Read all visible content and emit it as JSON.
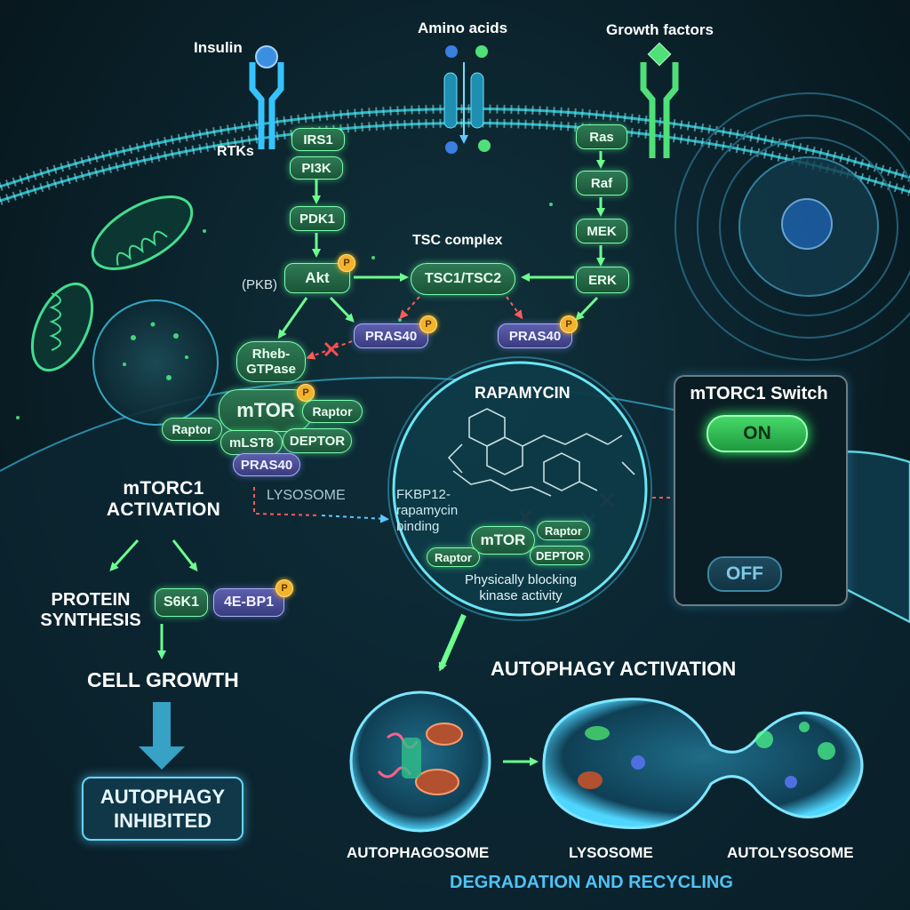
{
  "signals": {
    "insulin": "Insulin",
    "amino_acids": "Amino acids",
    "growth_factors": "Growth factors"
  },
  "receptors": {
    "rtks": "RTKs"
  },
  "insulin_path": {
    "irs1": "IRS1",
    "pi3k": "PI3K",
    "pdk1": "PDK1",
    "akt": "Akt",
    "pkb": "(PKB)"
  },
  "mapk_path": {
    "ras": "Ras",
    "raf": "Raf",
    "mek": "MEK",
    "erk": "ERK"
  },
  "tsc": {
    "title": "TSC complex",
    "tsc1": "TSC1/",
    "tsc2": "TSC2"
  },
  "pras40_left": "PRAS40",
  "pras40_right": "PRAS40",
  "phospho": "P",
  "rheb": "Rheb-\nGTPase",
  "mtorc1": {
    "mtor": "mTOR",
    "raptor_right": "Raptor",
    "raptor_left": "Raptor",
    "mlst8": "mLST8",
    "deptor": "DEPTOR",
    "pras40": "PRAS40"
  },
  "lysosome_label": "LYSOSOME",
  "activation": {
    "title_line1": "mTORC1",
    "title_line2": "ACTIVATION",
    "protein_line1": "PROTEIN",
    "protein_line2": "SYNTHESIS",
    "s6k1": "S6K1",
    "ebp1": "4E-BP1",
    "cell_growth": "CELL GROWTH",
    "inhibited_line1": "AUTOPHAGY",
    "inhibited_line2": "INHIBITED"
  },
  "rapamycin": {
    "title": "RAPAMYCIN",
    "fkbp_line1": "FKBP12-",
    "fkbp_line2": "rapamycin",
    "fkbp_line3": "binding",
    "mtor": "mTOR",
    "raptor_top": "Raptor",
    "raptor_left": "Raptor",
    "deptor": "DEPTOR",
    "note_line1": "Physically blocking",
    "note_line2": "kinase activity"
  },
  "switch": {
    "title": "mTORC1 Switch",
    "on": "ON",
    "off": "OFF"
  },
  "autophagy": {
    "title": "AUTOPHAGY ACTIVATION",
    "autophagosome": "AUTOPHAGOSOME",
    "lysosome": "LYSOSOME",
    "autolysosome": "AUTOLYSOSOME",
    "footer": "DEGRADATION AND RECYCLING"
  },
  "colors": {
    "green_node": "#2f7a55",
    "purple_node": "#5d5fae",
    "membrane": "#2bc3cf",
    "inhibit": "#ff4d4d",
    "cyan_glow": "#68d6ff"
  }
}
